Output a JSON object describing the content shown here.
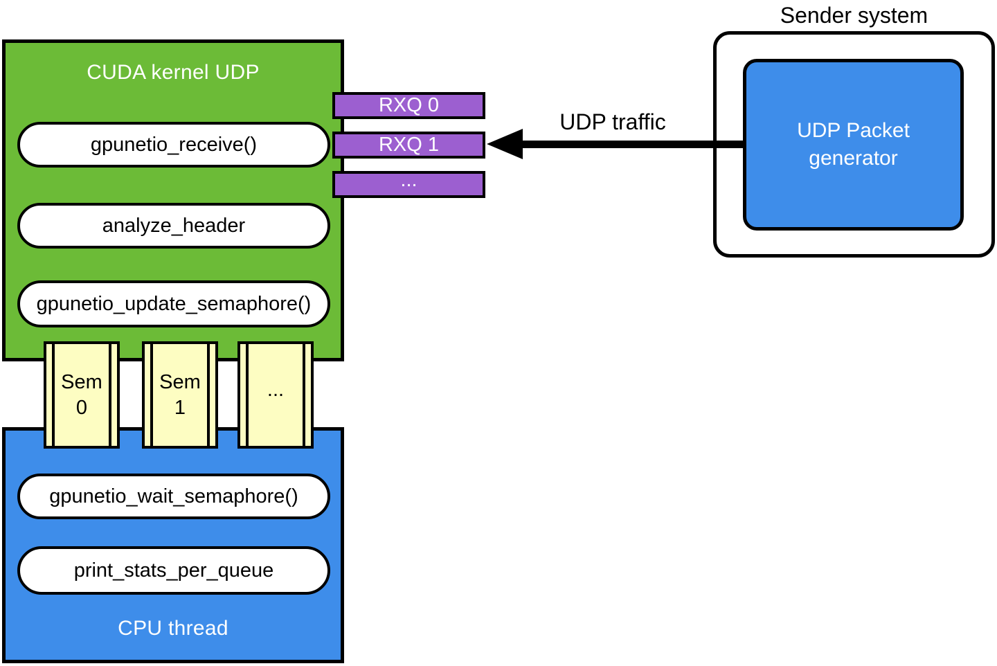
{
  "colors": {
    "green": "#6CBB37",
    "blue": "#3E8DEA",
    "purple": "#9C5FD0",
    "yellow": "#FDFDC2",
    "border": "#000000"
  },
  "gpu_block": {
    "title": "CUDA kernel UDP",
    "functions": [
      "gpunetio_receive()",
      "analyze_header",
      "gpunetio_update_semaphore()"
    ]
  },
  "rx_queues": [
    "RXQ 0",
    "RXQ 1",
    "..."
  ],
  "semaphores": [
    {
      "line1": "Sem",
      "line2": "0"
    },
    {
      "line1": "Sem",
      "line2": "1"
    },
    {
      "line1": "...",
      "line2": ""
    }
  ],
  "cpu_block": {
    "title": "CPU thread",
    "functions": [
      "gpunetio_wait_semaphore()",
      "print_stats_per_queue"
    ]
  },
  "sender": {
    "title": "Sender system",
    "generator_lines": [
      "UDP Packet",
      "generator"
    ]
  },
  "arrow": {
    "label": "UDP traffic"
  }
}
